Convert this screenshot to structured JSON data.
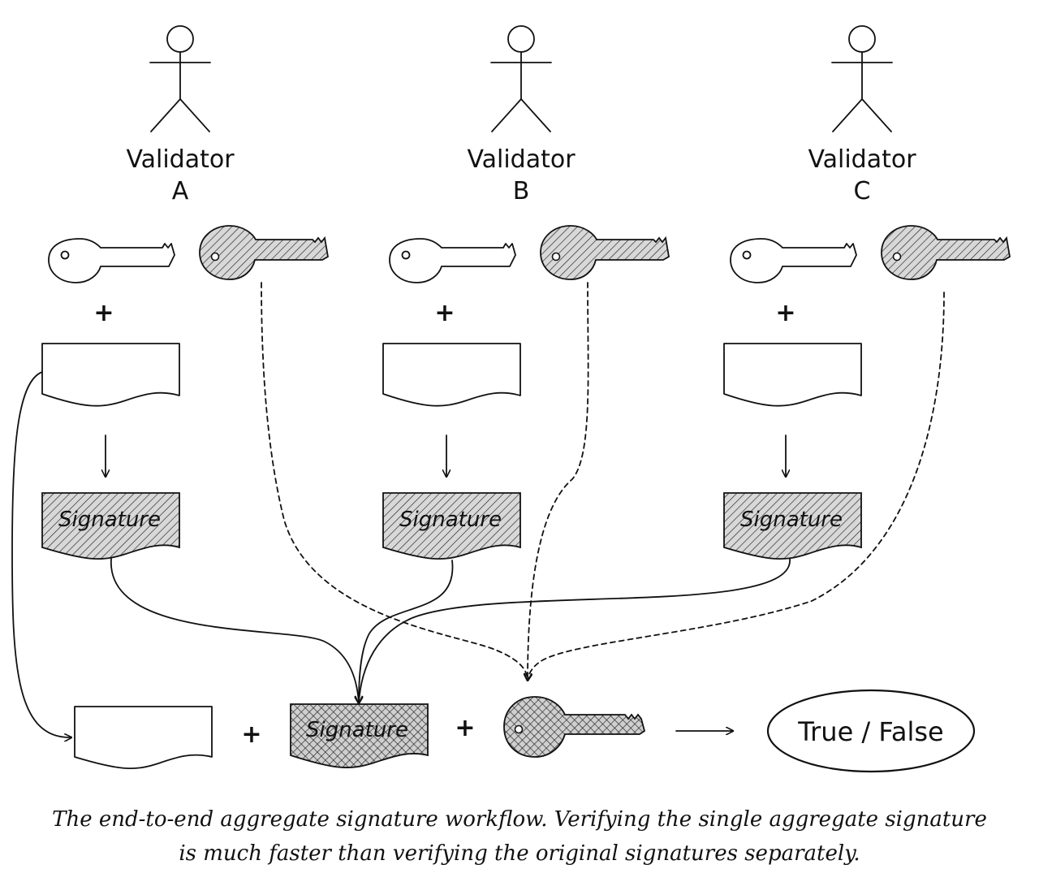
{
  "validators": [
    {
      "label": "Validator",
      "letter": "A"
    },
    {
      "label": "Validator",
      "letter": "B"
    },
    {
      "label": "Validator",
      "letter": "C"
    }
  ],
  "plus_symbol": "+",
  "signature_label": "Signature",
  "aggregate_signature_label": "Signature",
  "result_label": "True / False",
  "caption": {
    "line1": "The end-to-end aggregate signature workflow. Verifying the single aggregate signature",
    "line2": "is much faster than verifying the original signatures separately."
  },
  "icons": [
    "stick-figure-icon",
    "private-key-icon",
    "public-key-icon",
    "message-document-icon",
    "signature-document-icon",
    "aggregate-public-key-icon"
  ],
  "colors": {
    "ink": "#111111",
    "background": "#ffffff"
  }
}
